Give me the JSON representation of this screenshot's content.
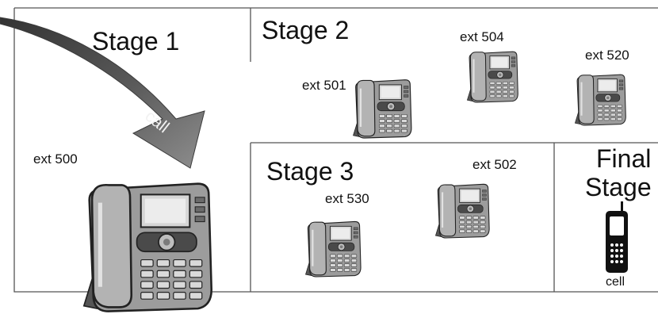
{
  "stages": {
    "stage1": {
      "title": "Stage 1",
      "phones": [
        {
          "ext": "ext 500"
        }
      ]
    },
    "stage2": {
      "title": "Stage 2",
      "phones": [
        {
          "ext": "ext 501"
        },
        {
          "ext": "ext 504"
        },
        {
          "ext": "ext 520"
        }
      ]
    },
    "stage3": {
      "title": "Stage 3",
      "phones": [
        {
          "ext": "ext 530"
        },
        {
          "ext": "ext 502"
        }
      ]
    },
    "final": {
      "title_line1": "Final",
      "title_line2": "Stage",
      "device": {
        "label": "cell"
      }
    }
  },
  "arrow": {
    "label": "call"
  },
  "colors": {
    "border": "#555555",
    "arrow_dark": "#444444",
    "arrow_light": "#8a8a8a",
    "phone_body": "#9a9a9a",
    "phone_dark": "#3a3a3a"
  },
  "icons": {
    "desk_phone": "desk-phone-icon",
    "cell_phone": "cell-phone-icon"
  }
}
